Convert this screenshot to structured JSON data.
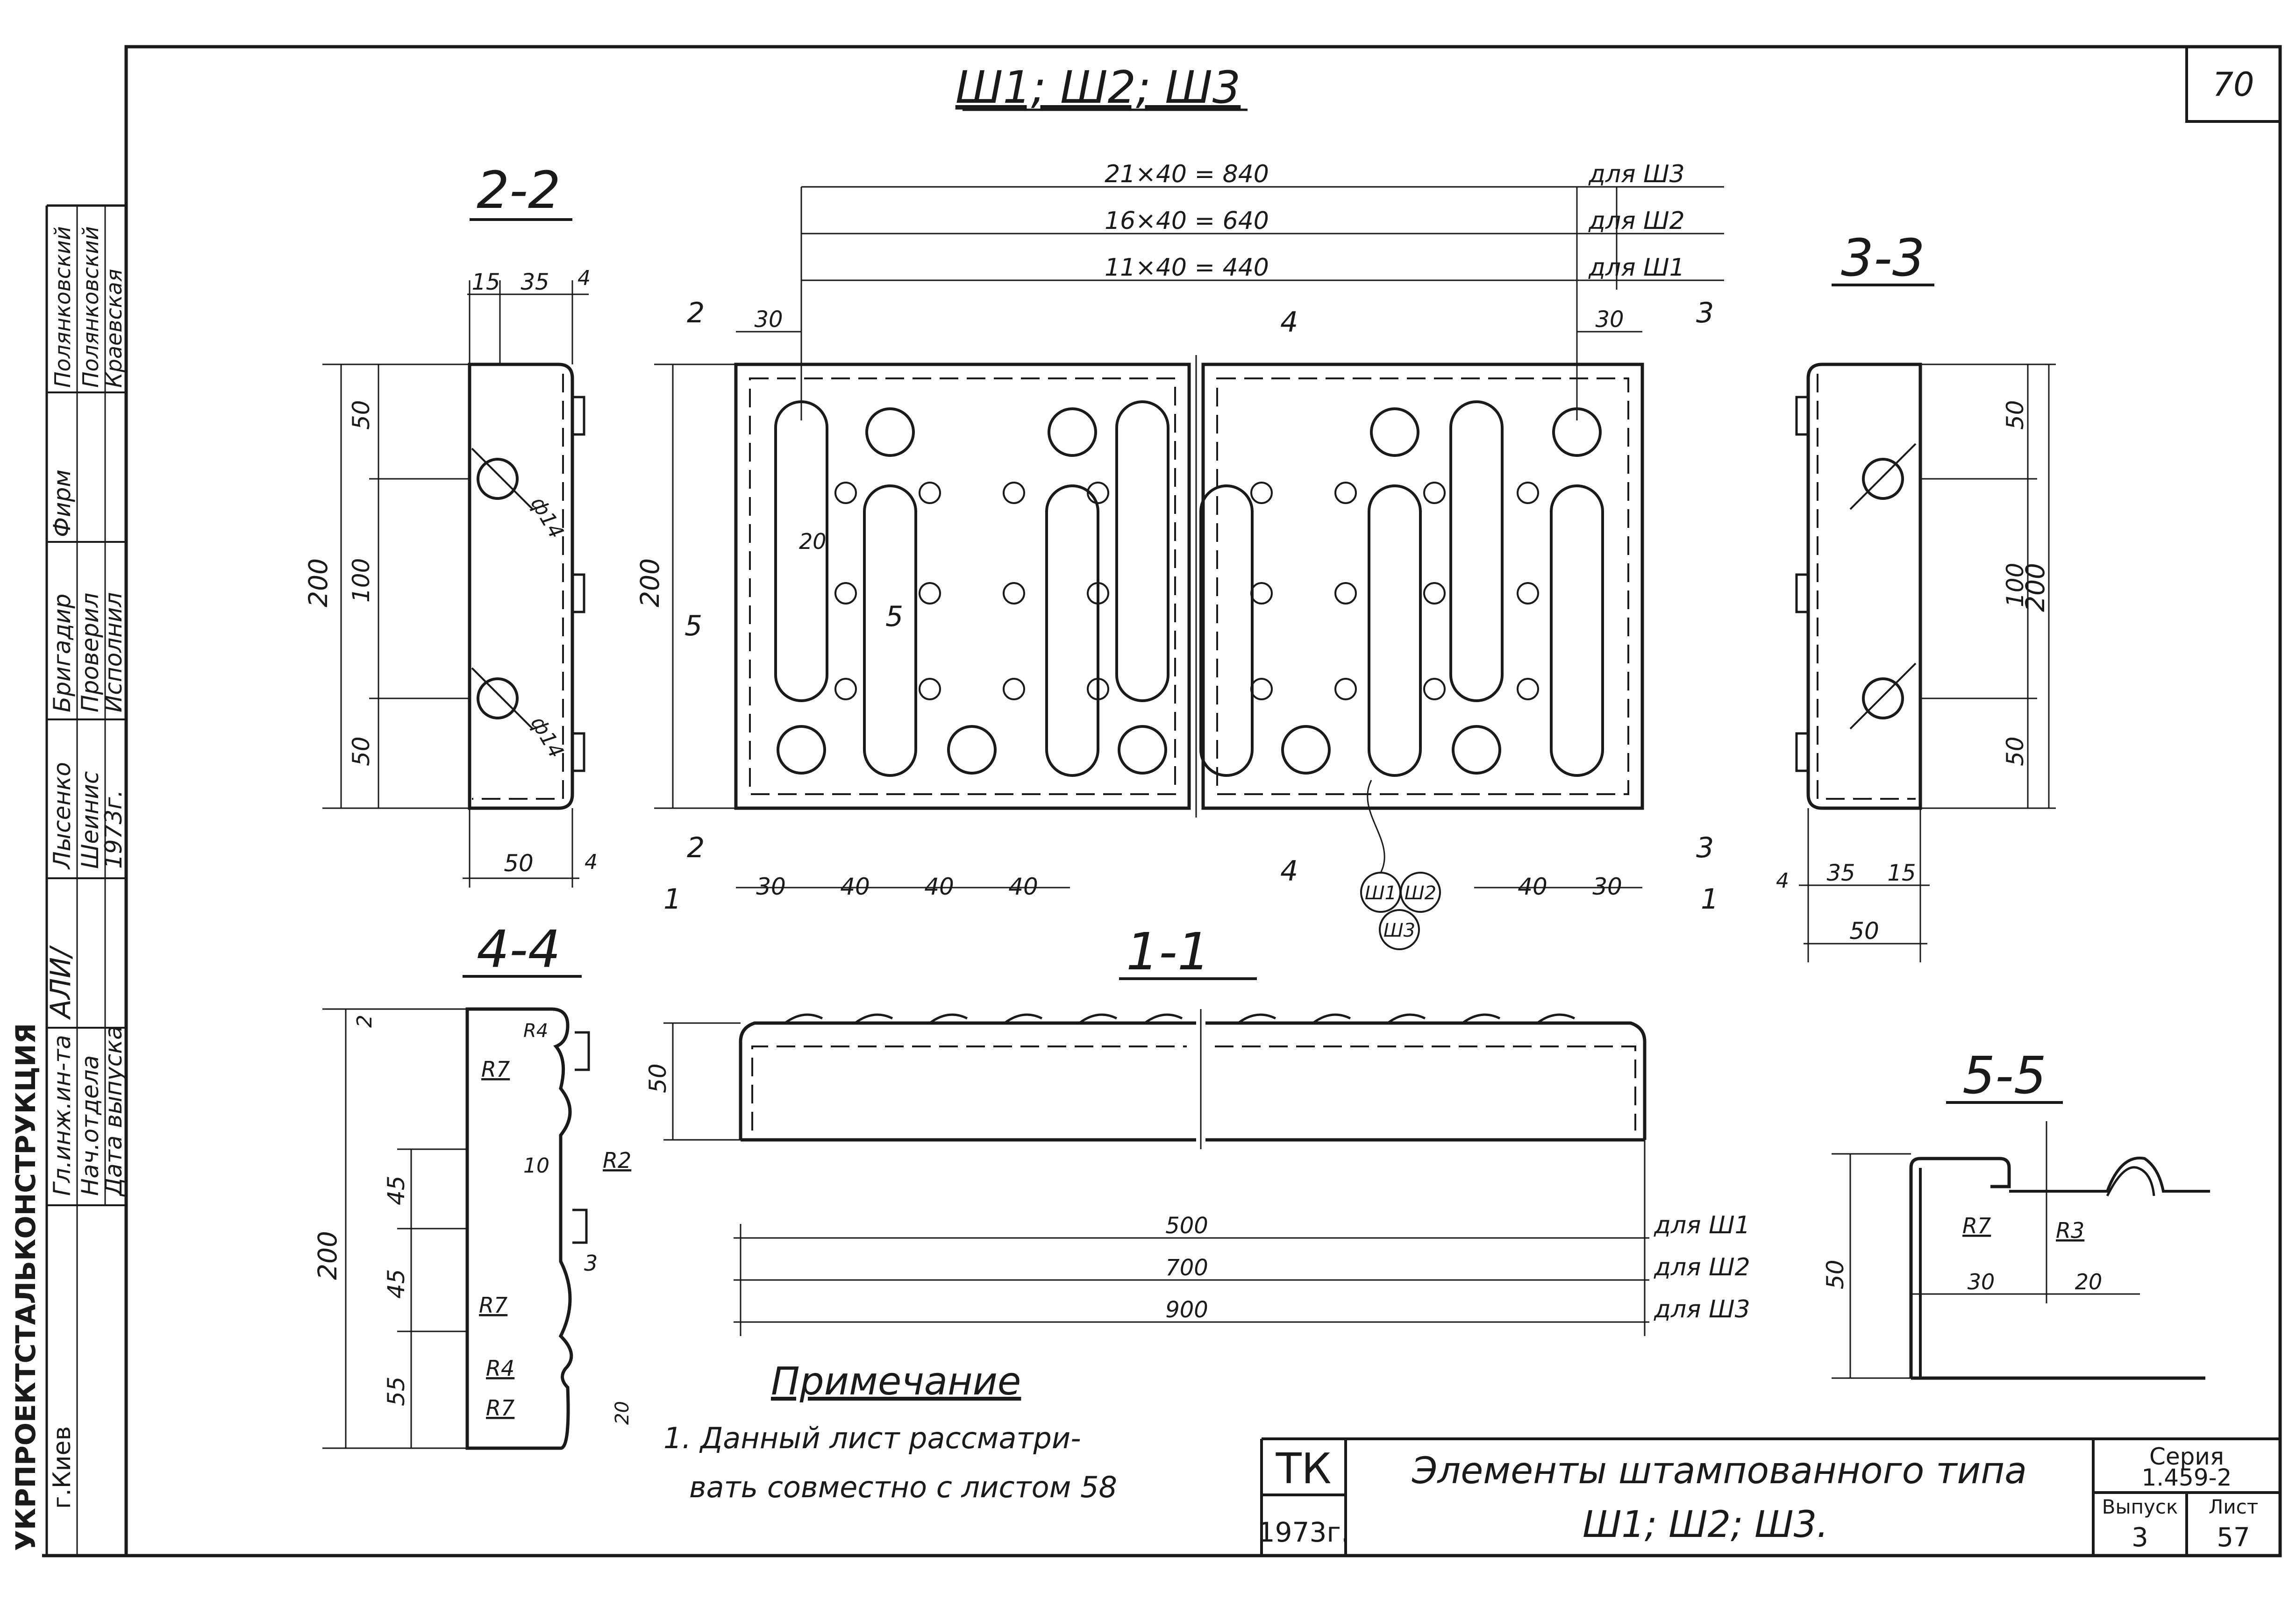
{
  "page_number": "70",
  "sheet_title": "Ш1; Ш2; Ш3",
  "sections": {
    "s22": "2-2",
    "s33": "3-3",
    "s44": "4-4",
    "s11": "1-1",
    "s55": "5-5"
  },
  "stamp": {
    "roles": [
      "Гл.инж.ин-та",
      "Нач.отдела",
      "Дата выпуска"
    ],
    "signatures": [
      "АЛИ/",
      "Фирм"
    ],
    "names": [
      "Лысенко",
      "Шеинис",
      "Полянковский",
      "Полянковский",
      "Краевская"
    ],
    "positions": [
      "Бригадир",
      "Проверил",
      "Исполнил"
    ],
    "year": "1973г.",
    "organization": "УКРПРОЕКТСТАЛЬКОНСТРУКЦИЯ",
    "city": "г.Киев"
  },
  "labels": {
    "hole14": "ф14"
  },
  "dims": {
    "s22": {
      "h200": "200",
      "h50": "50",
      "h100": "100",
      "w15": "15",
      "w35": "35",
      "w4": "4",
      "w50": "50"
    },
    "plan": {
      "l_sh3": "21×40 = 840",
      "l_sh2": "16×40 = 640",
      "l_sh1": "11×40 = 440",
      "for_sh3": "для Ш3",
      "for_sh2": "для Ш2",
      "for_sh1": "для Ш1",
      "m30": "30",
      "m40": "40",
      "h200": "200",
      "slot20": "20"
    },
    "s44": {
      "h45": "45",
      "h55": "55",
      "h2": "2",
      "r4": "R4",
      "r7": "R7",
      "r2": "R2",
      "d10": "10",
      "d3": "3",
      "d20": "20"
    },
    "s11": {
      "l500": "500",
      "l700": "700",
      "l900": "900",
      "for_sh1": "для Ш1",
      "for_sh2": "для Ш2",
      "for_sh3": "для Ш3"
    },
    "s55": {
      "w30": "30",
      "w20": "20",
      "r3": "R3"
    }
  },
  "marks": {
    "m1": "1",
    "m2": "2",
    "m3": "3",
    "m4": "4",
    "m5": "5"
  },
  "callouts": [
    "Ш1",
    "Ш2",
    "Ш3"
  ],
  "note": {
    "heading": "Примечание",
    "line1": "1. Данный лист рассматри-",
    "line2": "вать совместно с листом 58"
  },
  "title_block": {
    "code": "ТК",
    "year": "1973г.",
    "title1": "Элементы штампованного типа",
    "title2": "Ш1; Ш2; Ш3.",
    "series_label": "Серия",
    "series": "1.459-2",
    "issue_label": "Выпуск",
    "sheet_label": "Лист",
    "issue": "3",
    "sheet": "57"
  }
}
